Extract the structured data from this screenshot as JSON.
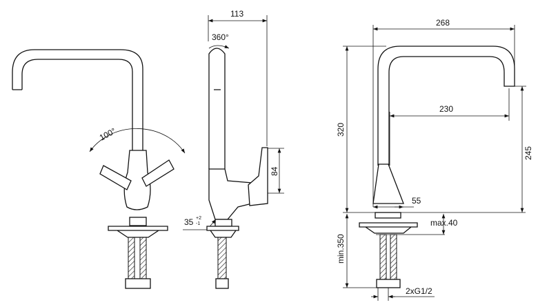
{
  "front_view": {
    "angle_label": "100°"
  },
  "side_view": {
    "width_label": "113",
    "rotation_label": "360°",
    "handle_height_label": "84",
    "deck_thickness_label": "35",
    "tolerance_upper": "+2",
    "tolerance_lower": "-1"
  },
  "dimension_view": {
    "overall_width_label": "268",
    "spout_reach_label": "230",
    "overall_height_label": "320",
    "spout_height_label": "245",
    "base_diameter_label": "55",
    "max_deck_label": "max.40",
    "min_hose_label": "min.350",
    "connection_label": "2xG1/2"
  }
}
